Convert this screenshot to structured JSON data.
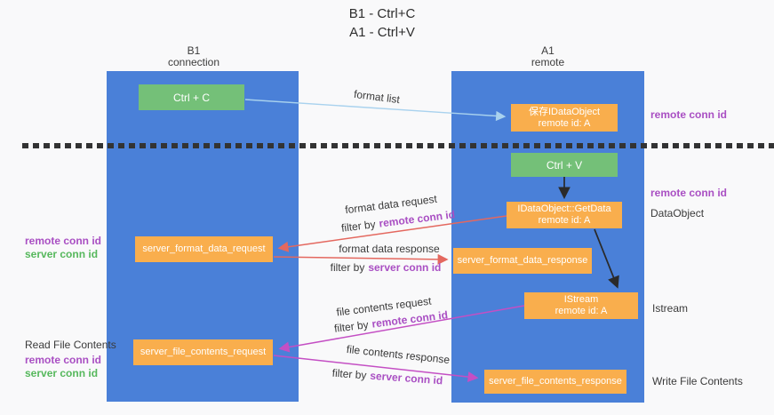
{
  "title": {
    "line1": "B1 - Ctrl+C",
    "line2": "A1 - Ctrl+V"
  },
  "columns": {
    "left": {
      "name": "B1",
      "role": "connection"
    },
    "right": {
      "name": "A1",
      "role": "remote"
    }
  },
  "nodes": {
    "ctrl_c": {
      "label": "Ctrl + C"
    },
    "ctrl_v": {
      "label": "Ctrl + V"
    },
    "save_dataobject": {
      "line1": "保存IDataObject",
      "line2": "remote id: A"
    },
    "getdata": {
      "line1": "IDataObject::GetData",
      "line2": "remote id: A"
    },
    "istream": {
      "line1": "IStream",
      "line2": "remote id: A"
    },
    "format_request": {
      "label": "server_format_data_request"
    },
    "format_response": {
      "label": "server_format_data_response"
    },
    "file_request": {
      "label": "server_file_contents_request"
    },
    "file_response": {
      "label": "server_file_contents_response"
    }
  },
  "labels": {
    "remote_conn_id": "remote conn id",
    "server_conn_id": "server conn id",
    "filter_by": "filter by",
    "format_list": "format list",
    "format_data_request": "format data request",
    "format_data_response": "format data response",
    "file_contents_request": "file contents request",
    "file_contents_response": "file contents response",
    "dataobject": "DataObject",
    "istream": "Istream",
    "read_file_contents": "Read File Contents",
    "write_file_contents": "Write File Contents"
  },
  "colors": {
    "column_blue": "#4a80d8",
    "node_green": "#74c078",
    "node_orange": "#f9ae4d",
    "arrow_light_blue": "#a9d2ee",
    "arrow_red": "#e4685f",
    "arrow_magenta": "#c44fc4",
    "arrow_black": "#2a2a2a",
    "label_purple": "#a94fc3",
    "label_green": "#56b85c"
  }
}
